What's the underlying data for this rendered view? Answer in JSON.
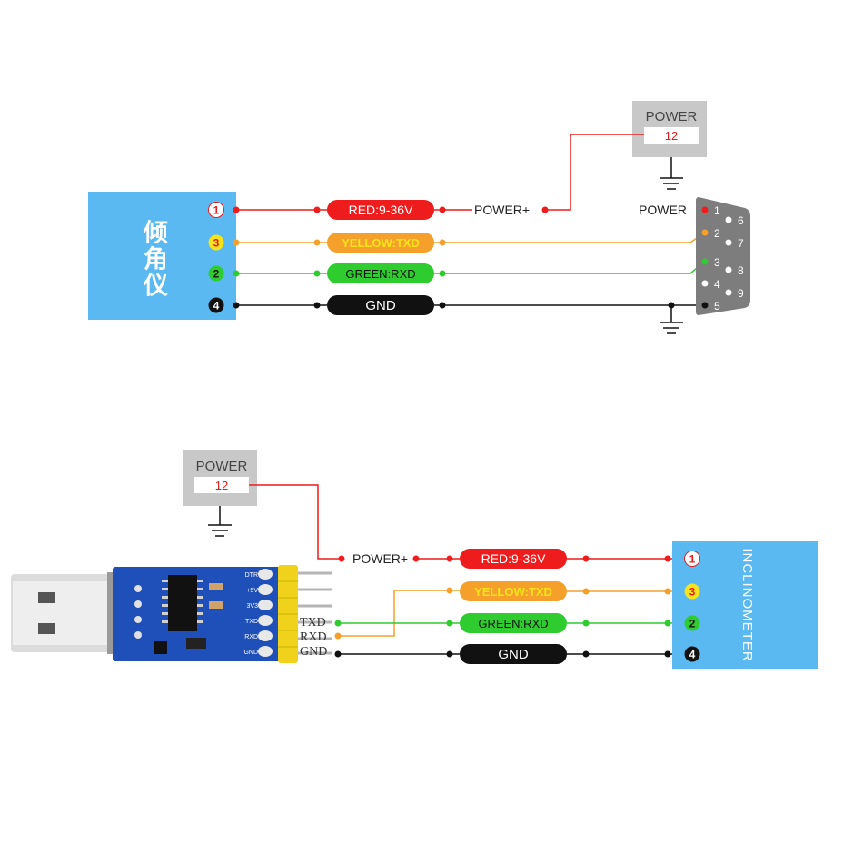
{
  "colors": {
    "module_blue": "#5ab9f0",
    "red": "#ee1c1c",
    "orange": "#f5a02a",
    "yellow": "#f5e31c",
    "green": "#2fcc2f",
    "black": "#111111",
    "power_box": "#c8c8c8",
    "power_value": "#e02020",
    "db9_body": "#7d7d7d",
    "pcb_blue": "#1f4fb8",
    "pin_yellow": "#f0d21c"
  },
  "top_diagram": {
    "sensor_label": "倾角仪",
    "pins": [
      {
        "num": "1",
        "wire": "RED:9-36V"
      },
      {
        "num": "3",
        "wire": "YELLOW:TXD"
      },
      {
        "num": "2",
        "wire": "GREEN:RXD"
      },
      {
        "num": "4",
        "wire": "GND"
      }
    ],
    "power_plus": "POWER+",
    "power_box": {
      "title": "POWER",
      "value": "12"
    },
    "db9": {
      "power_label": "POWER",
      "pins_left": [
        "1",
        "2",
        "3",
        "4",
        "5"
      ],
      "pins_right": [
        "6",
        "7",
        "8",
        "9"
      ]
    }
  },
  "bottom_diagram": {
    "sensor_label": "INCLINOMETER",
    "pins": [
      {
        "num": "1",
        "wire": "RED:9-36V"
      },
      {
        "num": "3",
        "wire": "YELLOW:TXD"
      },
      {
        "num": "2",
        "wire": "GREEN:RXD"
      },
      {
        "num": "4",
        "wire": "GND"
      }
    ],
    "power_plus": "POWER+",
    "power_box": {
      "title": "POWER",
      "value": "12"
    },
    "usb_pins": [
      "TXD",
      "RXD",
      "GND"
    ],
    "pcb_silk": [
      "DTR",
      "+5V",
      "3V3",
      "TXD",
      "RXD",
      "GND"
    ]
  }
}
